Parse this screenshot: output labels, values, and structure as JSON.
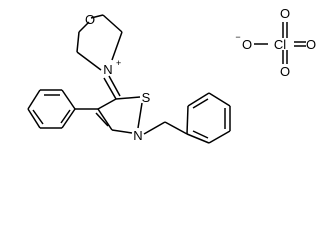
{
  "cation": {
    "atoms": {
      "O": "O",
      "N_plus": "N",
      "N_plus_charge": "+",
      "S": "S",
      "N": "N"
    }
  },
  "perchlorate": {
    "atoms": {
      "O_minus": "O",
      "O_minus_charge": "−",
      "Cl": "Cl",
      "O_top": "O",
      "O_right": "O",
      "O_bottom": "O"
    }
  }
}
